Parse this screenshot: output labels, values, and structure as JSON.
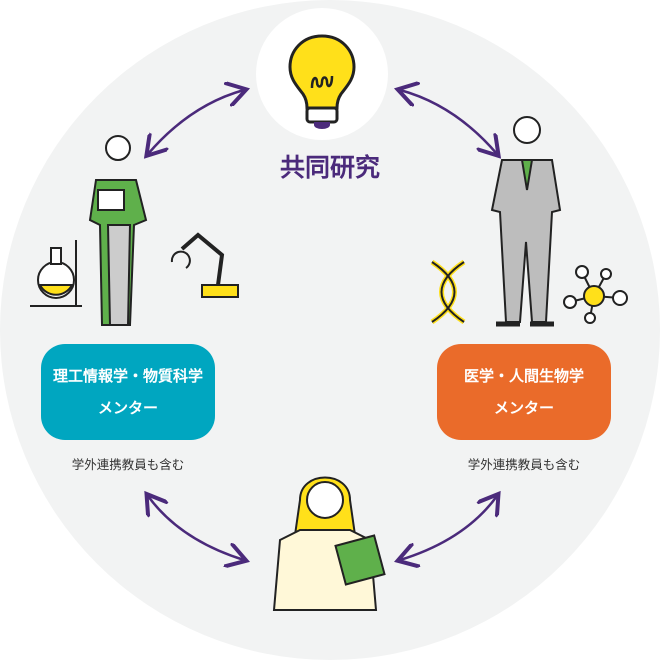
{
  "title": "共同研究",
  "left_mentor": {
    "line1": "理工情報学・物質科学",
    "line2": "メンター",
    "note": "学外連携教員も含む"
  },
  "right_mentor": {
    "line1": "医学・人間生物学",
    "line2": "メンター",
    "note": "学外連携教員も含む"
  },
  "colors": {
    "accent": "#4b2a7b",
    "left": "#00a6c0",
    "right": "#ea6b2a",
    "bulb": "#ffe01a",
    "green": "#5fb04b"
  }
}
